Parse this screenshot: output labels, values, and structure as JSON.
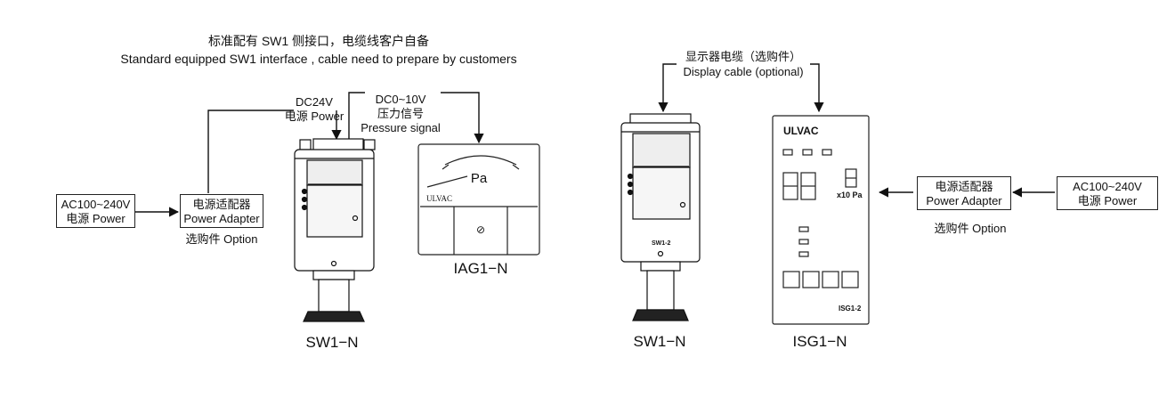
{
  "left": {
    "note_cn": "标准配有 SW1 侧接口，电缆线客户自备",
    "note_en": "Standard equipped SW1 interface , cable need to prepare by customers",
    "ac_box": [
      "AC100~240V",
      "电源 Power"
    ],
    "adapter_box": [
      "电源适配器",
      "Power Adapter"
    ],
    "option_label": "选购件 Option",
    "dc24_label": [
      "DC24V",
      "电源 Power"
    ],
    "signal_label": [
      "DC0~10V",
      "压力信号",
      "Pressure signal"
    ],
    "gauge_caption": "SW1−N",
    "meter_caption": "IAG1−N",
    "meter_unit": "Pa",
    "meter_brand": "ULVAC",
    "meter_knob": "⊘"
  },
  "right": {
    "cable_label": [
      "显示器电缆（选购件）",
      "Display cable (optional)"
    ],
    "adapter_box": [
      "电源适配器",
      "Power Adapter"
    ],
    "ac_box": [
      "AC100~240V",
      "电源 Power"
    ],
    "option_label": "选购件 Option",
    "gauge_caption": "SW1−N",
    "display_caption": "ISG1−N",
    "display_brand": "ULVAC",
    "display_unit": "x10 Pa",
    "display_model": "ISG1-2",
    "gauge_model": "SW1-2"
  }
}
